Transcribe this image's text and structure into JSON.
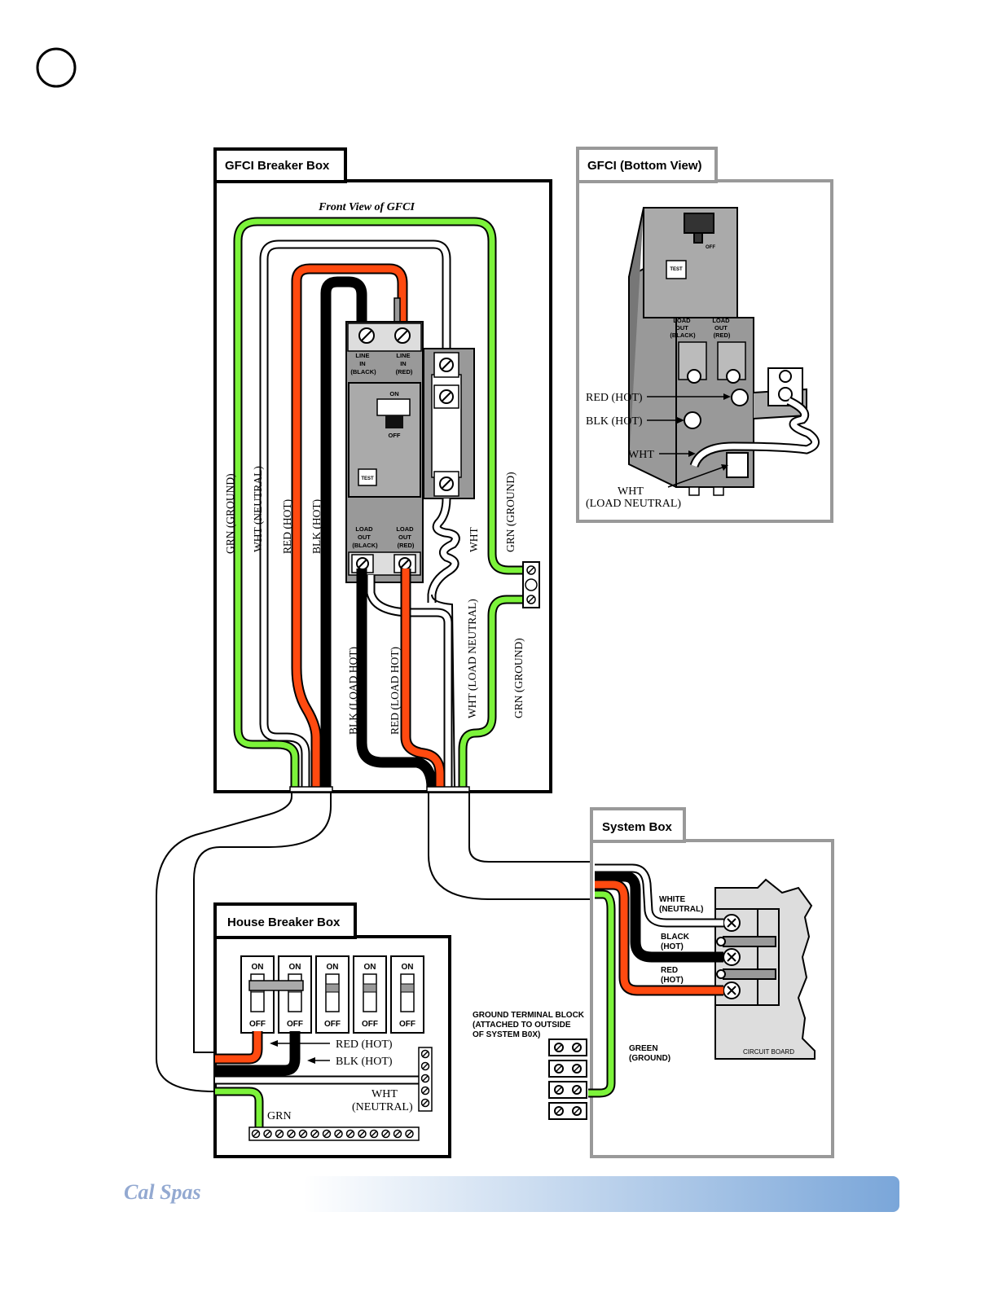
{
  "colors": {
    "ground": "#7cf33a",
    "hot_red": "#ff4a10",
    "hot_black": "#000000",
    "neutral": "#ffffff",
    "panel_gray": "#999999",
    "outer_frame_gray": "#999999",
    "brand": "#93a9d1",
    "footer_bar_end": "#7aa6d9"
  },
  "page": {
    "brand_logo_text": "Cal Spas"
  },
  "gfci_box": {
    "title": "GFCI Breaker Box",
    "subtitle": "Front View of GFCI",
    "labels": {
      "grn_ground_left": "GRN (GROUND)",
      "wht_neutral": "WHT (NEUTRAL)",
      "red_hot": "RED (HOT)",
      "blk_hot": "BLK (HOT)",
      "blk_load_hot": "BLK (LOAD HOT)",
      "red_load_hot": "RED (LOAD HOT)",
      "wht_load_neutral": "WHT (LOAD NEUTRAL)",
      "wht": "WHT",
      "grn_ground_right_top": "GRN (GROUND)",
      "grn_ground_right_bottom": "GRN (GROUND)"
    },
    "breaker": {
      "line_in_black": [
        "LINE",
        "IN",
        "(BLACK)"
      ],
      "line_in_red": [
        "LINE",
        "IN",
        "(RED)"
      ],
      "on": "ON",
      "off": "OFF",
      "test": "TEST",
      "load_out_black": [
        "LOAD",
        "OUT",
        "(BLACK)"
      ],
      "load_out_red": [
        "LOAD",
        "OUT",
        "(RED)"
      ]
    }
  },
  "gfci_bottom": {
    "title": "GFCI (Bottom View)",
    "off": "OFF",
    "test": "TEST",
    "load_out_black": [
      "LOAD",
      "OUT",
      "(BLACK)"
    ],
    "load_out_red": [
      "LOAD",
      "OUT",
      "(RED)"
    ],
    "callouts": {
      "red_hot": "RED (HOT)",
      "blk_hot": "BLK (HOT)",
      "wht": "WHT",
      "wht_load_neutral_1": "WHT",
      "wht_load_neutral_2": "(LOAD NEUTRAL)"
    }
  },
  "system_box": {
    "title": "System Box",
    "white": [
      "WHITE",
      "(NEUTRAL)"
    ],
    "black": [
      "BLACK",
      "(HOT)"
    ],
    "red": [
      "RED",
      "(HOT)"
    ],
    "green": [
      "GREEN",
      "(GROUND)"
    ],
    "ground_block": [
      "GROUND TERMINAL BLOCK",
      "(ATTACHED TO OUTSIDE",
      "OF SYSTEM B0X)"
    ],
    "circuit_board": "CIRCUIT BOARD"
  },
  "house_box": {
    "title": "House Breaker Box",
    "breakers": [
      {
        "on": "ON",
        "off": "OFF"
      },
      {
        "on": "ON",
        "off": "OFF"
      },
      {
        "on": "ON",
        "off": "OFF"
      },
      {
        "on": "ON",
        "off": "OFF"
      },
      {
        "on": "ON",
        "off": "OFF"
      }
    ],
    "red_hot": "RED (HOT)",
    "blk_hot": "BLK (HOT)",
    "wht_neutral_1": "WHT",
    "wht_neutral_2": "(NEUTRAL)",
    "grn": "GRN"
  }
}
